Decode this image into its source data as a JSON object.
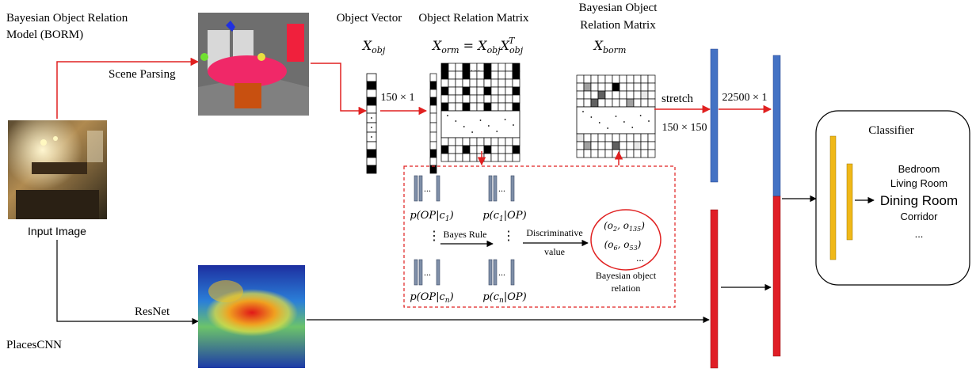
{
  "title": "Bayesian Object Relation Model (BORM)",
  "labels": {
    "scene_parsing": "Scene Parsing",
    "input_image": "Input Image",
    "resnet": "ResNet",
    "placescnn": "PlacesCNN",
    "object_vector": "Object Vector",
    "object_relation_matrix": "Object Relation Matrix",
    "bayesian_matrix": "Bayesian Object Relation Matrix",
    "x_obj": "X_obj",
    "x_orm": "X_orm = X_obj X_obj^T",
    "x_borm": "X_borm",
    "dim_150x1": "150 × 1",
    "dim_150x150": "150 × 150",
    "stretch": "stretch",
    "dim_22500x1": "22500 × 1"
  },
  "bayes": {
    "p_op_c1": "p(OP|c1)",
    "p_c1_op": "p(c1|OP)",
    "p_op_cn": "p(OP|cn)",
    "p_cn_op": "p(cn|OP)",
    "bayes_rule": "Bayes Rule",
    "discriminative": "Discriminative",
    "value": "value",
    "relation_1": "(o2, o135)",
    "relation_2": "(o6, o53)",
    "relation_more": "...",
    "bayesian_object": "Bayesian object",
    "relation": "relation"
  },
  "classifier": {
    "title": "Classifier",
    "classes": [
      "Bedroom",
      "Living Room",
      "Dining Room",
      "Corridor",
      "..."
    ]
  },
  "colors": {
    "red_arrow": "#e02020",
    "blue_bar": "#4472c4",
    "red_bar": "#e01e26",
    "gold_bar": "#f0b818",
    "dashed_box": "#e02020"
  }
}
